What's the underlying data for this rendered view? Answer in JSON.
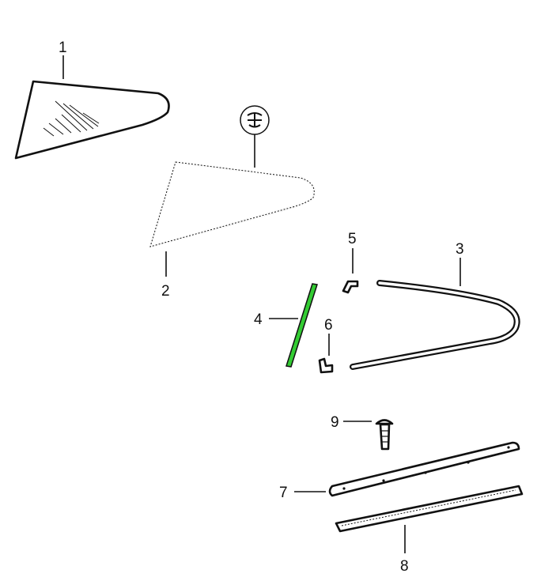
{
  "diagram": {
    "highlight_color": "#33cc33",
    "highlighted_part": "4",
    "callouts": {
      "p1": "1",
      "p2": "2",
      "p3": "3",
      "p4": "4",
      "p5": "5",
      "p6": "6",
      "p7": "7",
      "p8": "8",
      "p9": "9"
    },
    "icons": {
      "symbol": "adhesive-symbol-icon"
    }
  }
}
